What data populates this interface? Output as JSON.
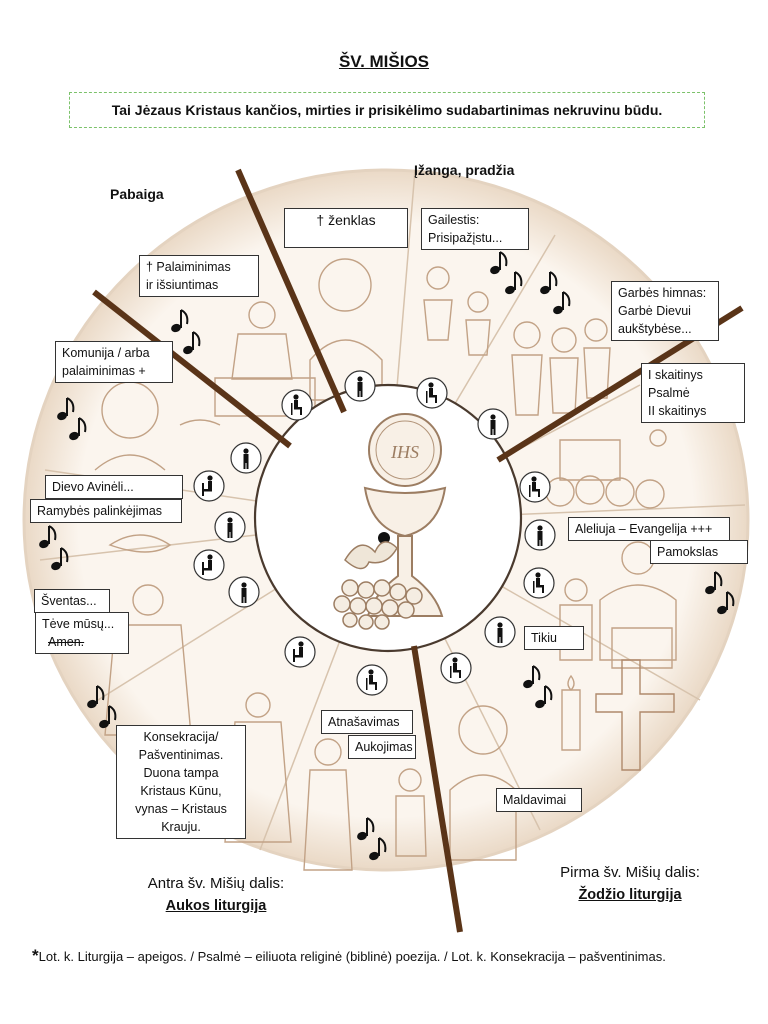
{
  "title": "ŠV. MIŠIOS",
  "subtitle": "Tai Jėzaus Kristaus kančios, mirties ir prisikėlimo sudabartinimas nekruvinu būdu.",
  "sections": {
    "start": "Įžanga, pradžia",
    "end": "Pabaiga"
  },
  "labels": {
    "cross_sign": "† ženklas",
    "repentance_1": "Gailestis:",
    "repentance_2": "Prisipažįstu...",
    "gloria_1": "Garbės himnas:",
    "gloria_2": "Garbė Dievui",
    "gloria_3": "aukštybėse...",
    "readings_1": "I skaitinys",
    "readings_2": "Psalmė",
    "readings_3": "II skaitinys",
    "alleluia": "Aleliuja – Evangelija +++",
    "sermon": "Pamokslas",
    "creed": "Tikiu",
    "prayers": "Maldavimai",
    "offering": "Atnašavimas",
    "sacrifice": "Aukojimas",
    "consecration_1": "Konsekracija/",
    "consecration_2": "Pašventinimas.",
    "consecration_3": "Duona tampa",
    "consecration_4": "Kristaus Kūnu,",
    "consecration_5": "vynas – Kristaus",
    "consecration_6": "Krauju.",
    "holy": "Šventas...",
    "our_father": "Tėve mūsų...",
    "amen": "Amen.",
    "peace": "Ramybės palinkėjimas",
    "lamb": "Dievo Avinėli...",
    "communion_1": "Komunija / arba",
    "communion_2": "palaiminimas +",
    "blessing_1": "† Palaiminimas",
    "blessing_2": "ir išsiuntimas"
  },
  "parts": {
    "first_1": "Pirma šv. Mišių dalis:",
    "first_2": "Žodžio liturgija",
    "second_1": "Antra šv. Mišių dalis:",
    "second_2": "Aukos liturgija"
  },
  "footnote": {
    "star": "*",
    "text": "Lot. k. Liturgija – apeigos. / Psalmė – eiliuota religinė (biblinė) poezija. / Lot. k. Konsekracija – pašventinimas."
  },
  "center_monogram": "IHS",
  "icons": [
    "music-note-icon",
    "standing-person-icon",
    "sitting-person-icon",
    "kneeling-person-icon",
    "chalice-icon",
    "grapes-icon",
    "cross-icon",
    "candle-icon"
  ],
  "colors": {
    "spoke": "#5a3418",
    "wheel_fill": "#fbf4ec",
    "wheel_rim": "#e6d6c4",
    "border_dashed": "#7cc26b",
    "sketch": "#b9997c"
  }
}
